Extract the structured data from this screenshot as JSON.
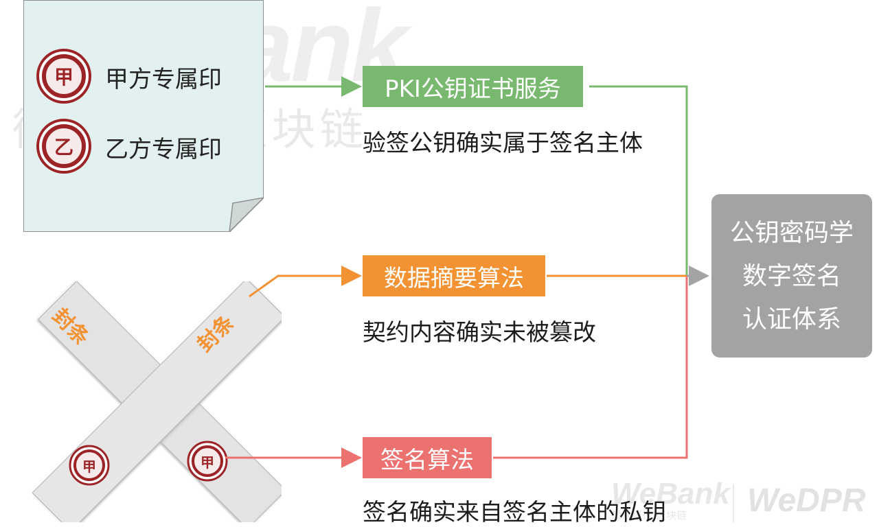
{
  "watermark": {
    "brand": "WeBank",
    "brand_cn": "微众银行|区块链",
    "footer_brand": "WeBank",
    "footer_sub": "微众银行|区块链",
    "footer_brand2": "WeDPR"
  },
  "seals": {
    "party_a_char": "甲",
    "party_b_char": "乙",
    "party_a_label": "甲方专属印",
    "party_b_label": "乙方专属印"
  },
  "seal_strip": {
    "text": "封条",
    "stamp_char": "甲"
  },
  "flows": [
    {
      "box": "PKI公钥证书服务",
      "desc": "验签公钥确实属于签名主体",
      "color": "#78b96f"
    },
    {
      "box": "数据摘要算法",
      "desc": "契约内容确实未被篡改",
      "color": "#f39233"
    },
    {
      "box": "签名算法",
      "desc": "签名确实来自签名主体的私钥",
      "color": "#ec7270"
    }
  ],
  "result": {
    "lines": [
      "公钥密码学",
      "数字签名",
      "认证体系"
    ],
    "color": "#a3a3a3"
  }
}
